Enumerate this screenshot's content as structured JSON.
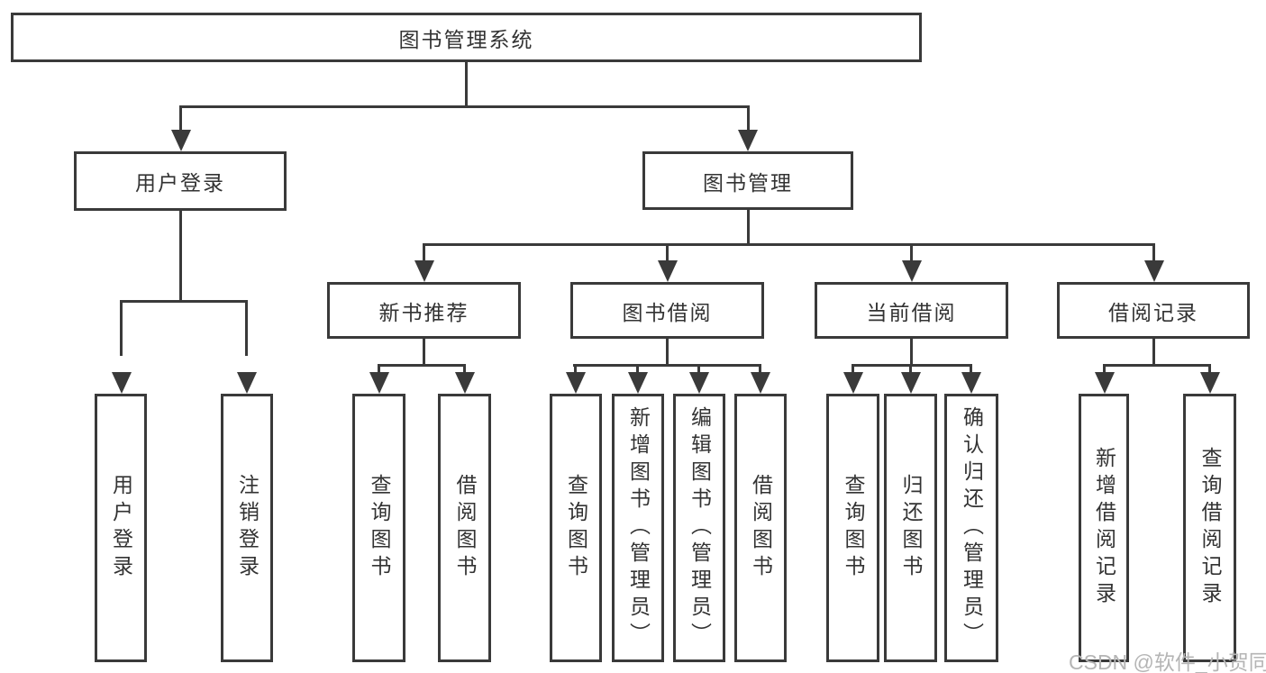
{
  "diagram": {
    "tree": {
      "root": {
        "label": "图书管理系统",
        "children": [
          {
            "label": "用户登录",
            "children": [
              {
                "label": "用户登录"
              },
              {
                "label": "注销登录"
              }
            ]
          },
          {
            "label": "图书管理",
            "children": [
              {
                "label": "新书推荐",
                "children": [
                  {
                    "label": "查询图书"
                  },
                  {
                    "label": "借阅图书"
                  }
                ]
              },
              {
                "label": "图书借阅",
                "children": [
                  {
                    "label": "查询图书"
                  },
                  {
                    "label": "新增图书（管理员）"
                  },
                  {
                    "label": "编辑图书（管理员）"
                  },
                  {
                    "label": "借阅图书"
                  }
                ]
              },
              {
                "label": "当前借阅",
                "children": [
                  {
                    "label": "查询图书"
                  },
                  {
                    "label": "归还图书"
                  },
                  {
                    "label": "确认归还（管理员）"
                  }
                ]
              },
              {
                "label": "借阅记录",
                "children": [
                  {
                    "label": "新增借阅记录"
                  },
                  {
                    "label": "查询借阅记录"
                  }
                ]
              }
            ]
          }
        ]
      }
    },
    "colors": {
      "line": "#3a3a3a",
      "text": "#333333",
      "watermark": "#b5b5b5",
      "background": "#ffffff"
    },
    "watermark": "CSDN @软件_小贺同学"
  }
}
